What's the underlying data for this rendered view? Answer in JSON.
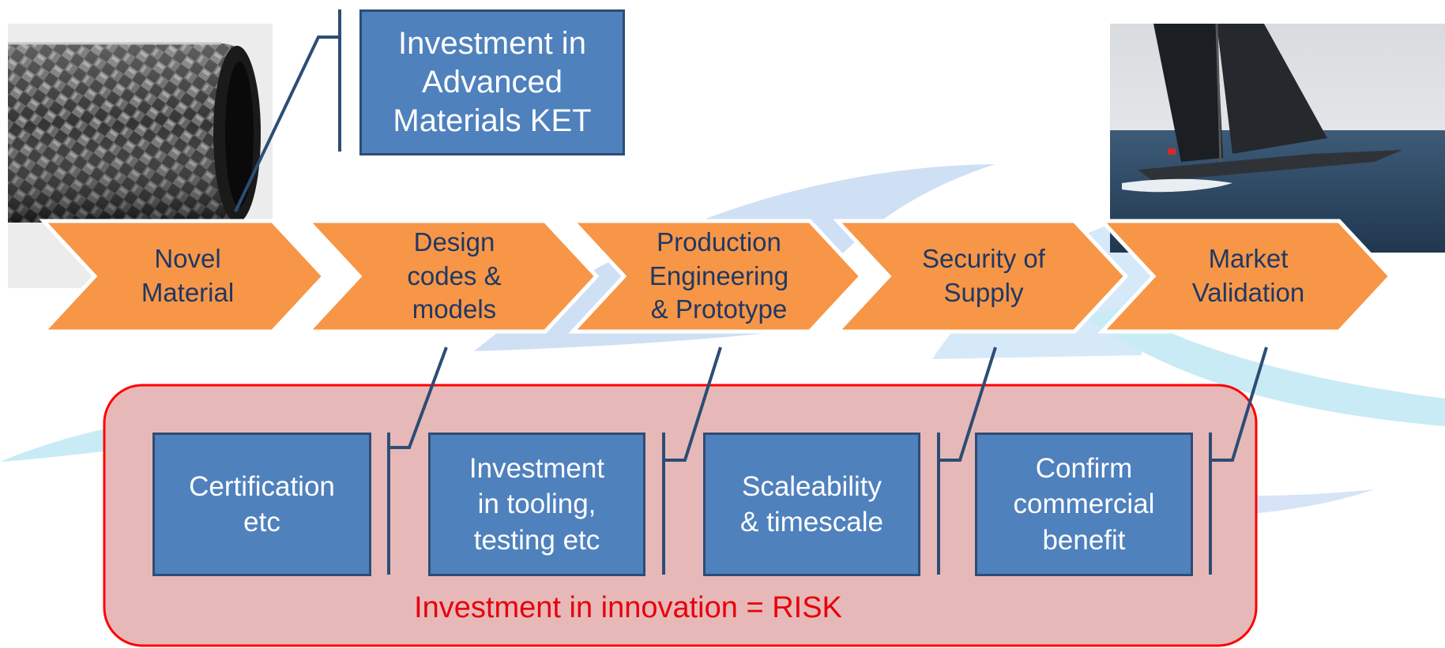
{
  "top_callout": {
    "text": "Investment in\nAdvanced\nMaterials KET"
  },
  "chevrons": [
    {
      "label": "Novel\nMaterial"
    },
    {
      "label": "Design\ncodes &\nmodels"
    },
    {
      "label": "Production\nEngineering\n& Prototype"
    },
    {
      "label": "Security of\nSupply"
    },
    {
      "label": "Market\nValidation"
    }
  ],
  "risk_boxes": [
    {
      "label": "Certification\netc"
    },
    {
      "label": "Investment\nin tooling,\ntesting etc"
    },
    {
      "label": "Scaleability\n& timescale"
    },
    {
      "label": "Confirm\ncommercial\nbenefit"
    }
  ],
  "risk_caption": "Investment in innovation = RISK",
  "colors": {
    "chevron": "#f79646",
    "box_fill": "#4f81bd",
    "box_border": "#2c4d75",
    "risk_panel_fill": "#e6b9b8",
    "risk_panel_border": "#ff0000",
    "risk_text": "#e8000b",
    "background_swoosh": "#dbe8f6"
  },
  "images": [
    {
      "icon": "carbon-fiber-tube-photo"
    },
    {
      "icon": "trimaran-sailboat-photo"
    }
  ]
}
